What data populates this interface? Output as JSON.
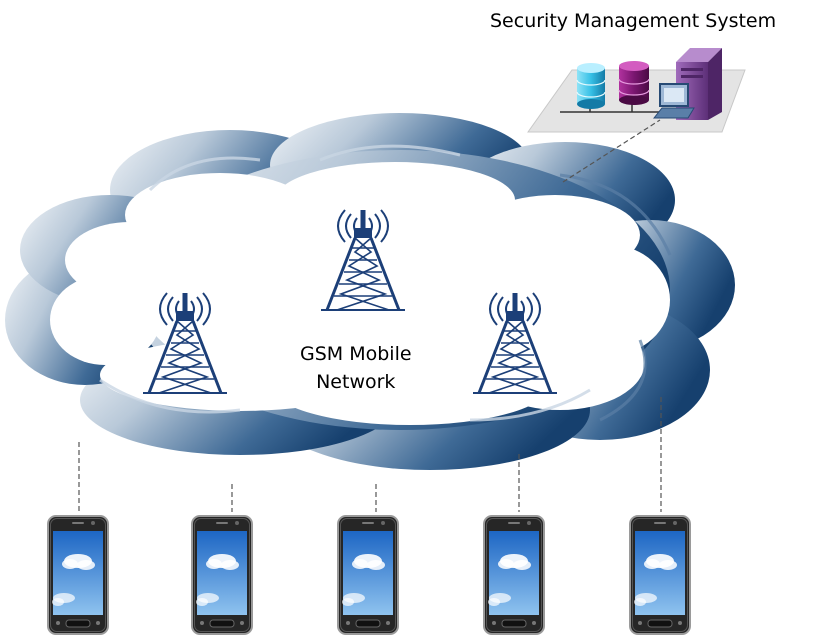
{
  "system": {
    "title": "Security Management System"
  },
  "network": {
    "line1": "GSM Mobile",
    "line2": "Network"
  },
  "colors": {
    "cloud_light": "#dbe6f0",
    "cloud_dark": "#1f4f7e",
    "tower": "#1c3f78",
    "db_cyan": "#3fc4e8",
    "db_purple": "#7a1670",
    "server_purple": "#7a3e93",
    "phone_body": "#2b2b2b",
    "sky": "#3f8fd6"
  },
  "icons": [
    "cell-tower-icon",
    "database-icon",
    "server-icon",
    "computer-icon",
    "smartphone-icon"
  ]
}
